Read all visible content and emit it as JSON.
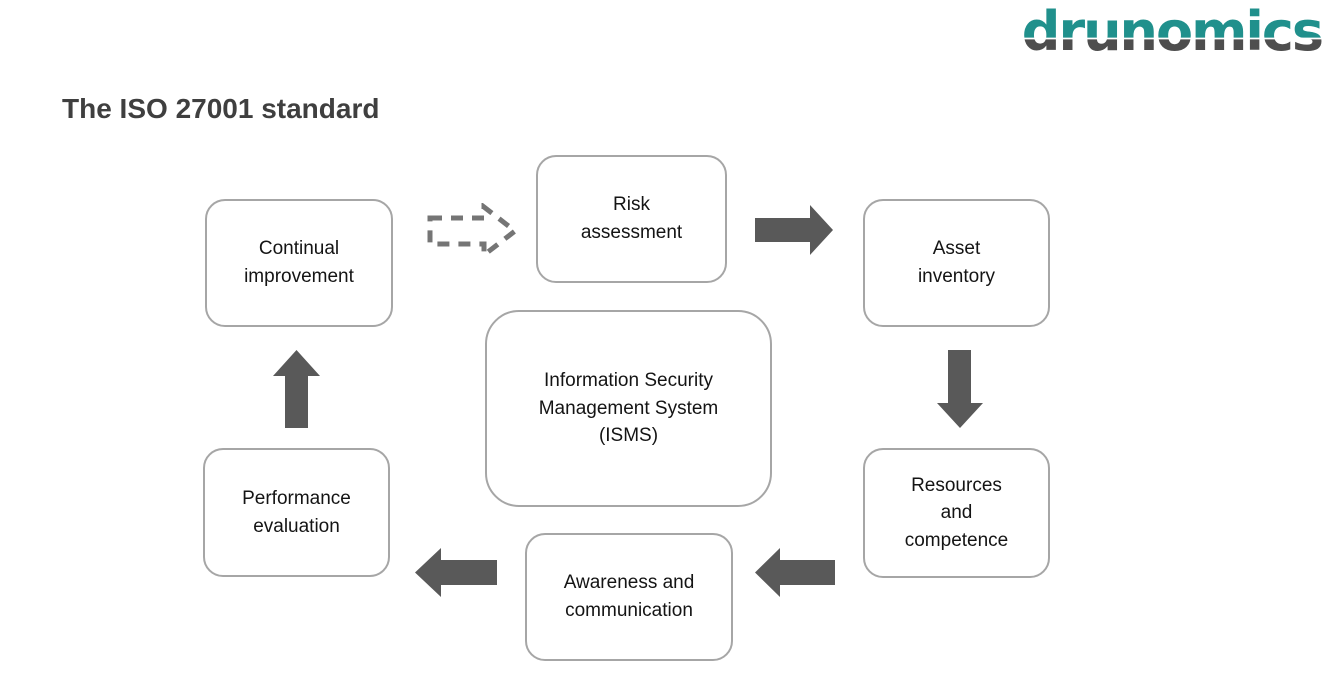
{
  "logo": {
    "text": "drunomics"
  },
  "title": "The ISO 27001 standard",
  "diagram": {
    "center": {
      "id": "isms",
      "label": "Information Security\nManagement System\n(ISMS)"
    },
    "nodes": [
      {
        "id": "continual-improvement",
        "label": "Continual\nimprovement"
      },
      {
        "id": "risk-assessment",
        "label": "Risk\nassessment"
      },
      {
        "id": "asset-inventory",
        "label": "Asset\ninventory"
      },
      {
        "id": "resources-and-competence",
        "label": "Resources\nand\ncompetence"
      },
      {
        "id": "awareness-and-communication",
        "label": "Awareness and\ncommunication"
      },
      {
        "id": "performance-evaluation",
        "label": "Performance\nevaluation"
      }
    ],
    "arrows": [
      {
        "from": "continual-improvement",
        "to": "risk-assessment",
        "style": "dashed-outline",
        "direction": "right"
      },
      {
        "from": "risk-assessment",
        "to": "asset-inventory",
        "style": "solid",
        "direction": "right"
      },
      {
        "from": "asset-inventory",
        "to": "resources-and-competence",
        "style": "solid",
        "direction": "down"
      },
      {
        "from": "resources-and-competence",
        "to": "awareness-and-communication",
        "style": "solid",
        "direction": "left"
      },
      {
        "from": "awareness-and-communication",
        "to": "performance-evaluation",
        "style": "solid",
        "direction": "left"
      },
      {
        "from": "performance-evaluation",
        "to": "continual-improvement",
        "style": "solid",
        "direction": "up"
      }
    ]
  },
  "colors": {
    "logo_teal": "#20908C",
    "logo_gray": "#4E4E4E",
    "title_text": "#3F3F3F",
    "box_border": "#A6A6A6",
    "box_text": "#141414",
    "arrow_fill": "#595959",
    "dashed_arrow_stroke": "#757575",
    "background": "#FFFFFF"
  }
}
